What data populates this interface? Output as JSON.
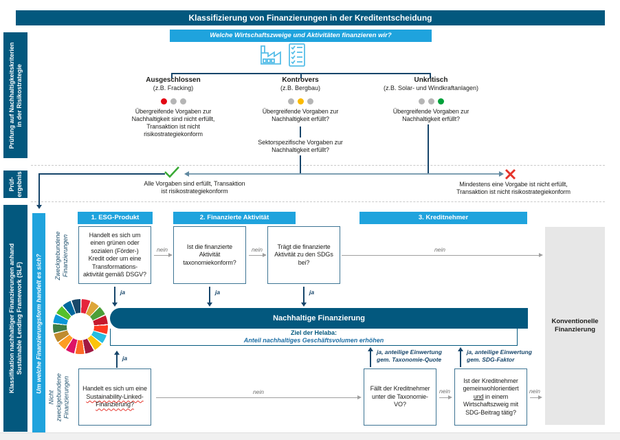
{
  "colors": {
    "navy": "#03587e",
    "cyan": "#1fa3dd",
    "line": "#16456a",
    "steel": "#3d7493",
    "grayline": "#9f9f9f",
    "graytext": "#6f6f6e",
    "grayfill": "#e7e7e7",
    "green": "#3aaa35",
    "red": "#e5342b",
    "zielblue": "#1c6ea4",
    "dashed": "#c9c9c9",
    "textdark": "#1d1d1b",
    "labelnavy": "#1c4e6b",
    "icon": "#55bde8"
  },
  "sdg_wheel": {
    "colors": [
      "#e5243b",
      "#dda63a",
      "#4c9f38",
      "#c5192d",
      "#ff3a21",
      "#26bde2",
      "#fcc30b",
      "#a21942",
      "#fd6925",
      "#dd1367",
      "#fd9d24",
      "#bf8b2e",
      "#3f7e44",
      "#0a97d9",
      "#56c02b",
      "#00689d",
      "#19486a"
    ]
  },
  "title_bar": "Klassifizierung von Finanzierungen in der Kreditentscheidung",
  "sidebar": {
    "pruefung": [
      "Prüfung auf Nachhaltigkeitskriterien",
      "in der Risikostrategie"
    ],
    "ergebnis": [
      "Prüf-",
      "ergebnis"
    ],
    "klassifikation": [
      "Klassifikation nachhaltiger Finanzierungen anhand",
      "Sustainable Lending Framework (SLF)"
    ],
    "finanzierungsform": "Um welche Finanzierungsform handelt es sich?"
  },
  "top": {
    "question": "Welche Wirtschaftszweige und Aktivitäten finanzieren wir?",
    "icons": [
      "factory-icon",
      "checklist-icon"
    ],
    "categories": [
      {
        "name": "Ausgeschlossen",
        "example": "(z.B. Fracking)",
        "dots": [
          "#e30613",
          "#b5b5b5",
          "#b5b5b5"
        ],
        "text": [
          "Übergreifende Vorgaben zur",
          "Nachhaltigkeit sind nicht erfüllt,",
          "Transaktion ist nicht",
          "risikostrategiekonform"
        ]
      },
      {
        "name": "Kontrovers",
        "example": "(z.B. Bergbau)",
        "dots": [
          "#b5b5b5",
          "#fbba00",
          "#b5b5b5"
        ],
        "text": [
          "Übergreifende Vorgaben zur",
          "Nachhaltigkeit erfüllt?"
        ],
        "text2": [
          "Sektorspezifische Vorgaben zur",
          "Nachhaltigkeit erfüllt?"
        ]
      },
      {
        "name": "Unkritisch",
        "example": "(z.B. Solar- und Windkraftanlagen)",
        "dots": [
          "#b5b5b5",
          "#b5b5b5",
          "#00a13a"
        ],
        "text": [
          "Übergreifende Vorgaben zur",
          "Nachhaltigkeit erfüllt?"
        ]
      }
    ]
  },
  "result": {
    "pass": [
      "Alle Vorgaben sind erfüllt, Transaktion",
      "ist risikostrategiekonform"
    ],
    "fail": [
      "Mindestens eine Vorgabe ist nicht erfüllt,",
      "Transaktion ist nicht  risikostrategiekonform"
    ]
  },
  "slf": {
    "row_label_top": [
      "Zweckgebundene",
      "Finanzierungen"
    ],
    "row_label_bottom": [
      "Nicht",
      "zweckgebundene",
      "Finanzierungen"
    ],
    "headers": [
      "1. ESG-Produkt",
      "2. Finanzierte Aktivität",
      "3. Kreditnehmer"
    ],
    "box1": [
      "Handelt es sich um",
      "einen grünen oder",
      "sozialen (Förder-)",
      "Kredit oder um eine",
      "Transformations-",
      "aktivität gemäß DSGV?"
    ],
    "box2": [
      "Ist die finanzierte",
      "Aktivität",
      "taxonomiekonform?"
    ],
    "box3": [
      "Trägt die finanzierte",
      "Aktivität zu den SDGs",
      "bei?"
    ],
    "ja": "ja",
    "nein": "nein",
    "bar": "Nachhaltige Finanzierung",
    "ziel1": "Ziel der Helaba:",
    "ziel2": "Anteil nachhaltiges Geschäftsvolumen erhöhen",
    "ja_taxonomie": [
      "ja, anteilige Einwertung",
      "gem. Taxonomie-Quote"
    ],
    "ja_sdg": [
      "ja, anteilige Einwertung",
      "gem. SDG-Faktor"
    ],
    "boxA_line1": "Handelt es sich um eine",
    "boxA_line2": "Sustainability-Linked-",
    "boxA_line3": "Finanzierung?",
    "boxB": [
      "Fällt der Kreditnehmer",
      "unter die Taxonomie-",
      "VO?"
    ],
    "boxC_line1": "Ist der Kreditnehmer",
    "boxC_line2": "gemeinwohlorientiert",
    "boxC_und": "und",
    "boxC_line3rest": " in einem",
    "boxC_line4": "Wirtschaftszweig mit",
    "boxC_line5": "SDG-Beitrag tätig?",
    "konventionell": [
      "Konventionelle",
      "Finanzierung"
    ]
  }
}
